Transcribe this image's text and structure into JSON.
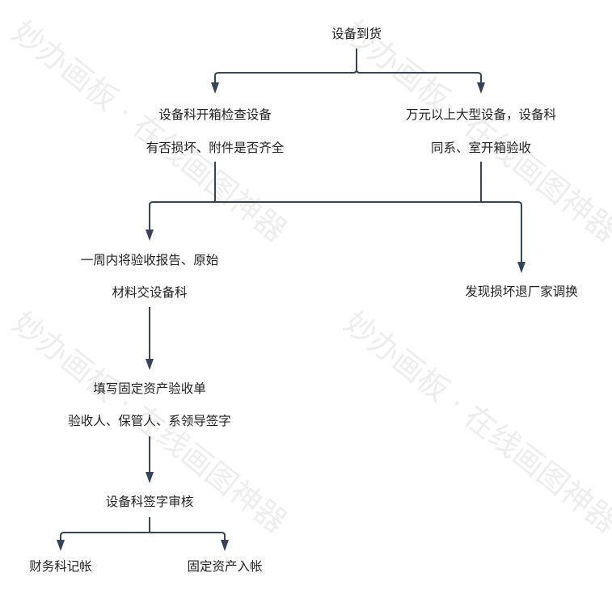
{
  "watermark": "妙办画板 · 在线画图神器",
  "colors": {
    "edge": "#34445a",
    "text": "#222222"
  },
  "nodes": {
    "arrival": "设备到货",
    "check_1": "设备科开箱检查设备",
    "check_2": "有否损坏、附件是否齐全",
    "large_1": "万元以上大型设备，设备科",
    "large_2": "同系、室开箱验收",
    "report_1": "一周内将验收报告、原始",
    "report_2": "材料交设备科",
    "damaged": "发现损坏退厂家调换",
    "form_1": "填写固定资产验收单",
    "form_2": "验收人、保管人、系领导签字",
    "review": "设备科签字审核",
    "finance": "财务科记帐",
    "asset": "固定资产入帐"
  }
}
